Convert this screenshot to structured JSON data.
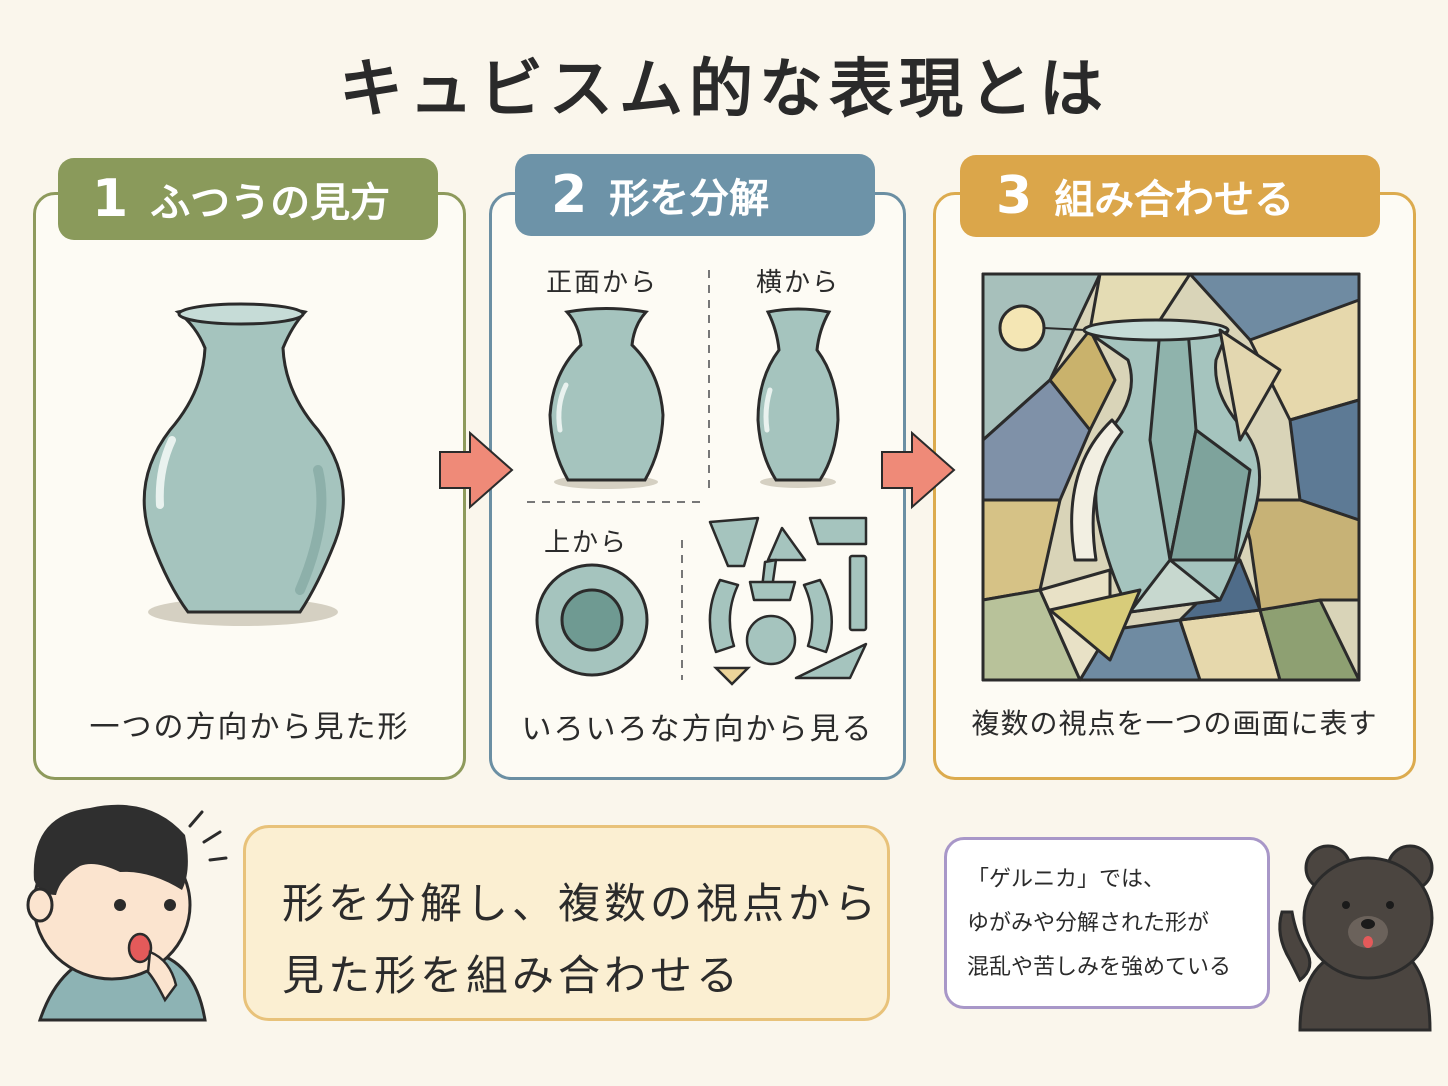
{
  "title": "キュビスム的な表現とは",
  "steps": [
    {
      "num": "1",
      "label": "ふつうの見方",
      "caption": "一つの方向から見た形"
    },
    {
      "num": "2",
      "label": "形を分解",
      "caption": "いろいろな方向から見る",
      "views": {
        "front": "正面から",
        "side": "横から",
        "top": "上から"
      }
    },
    {
      "num": "3",
      "label": "組み合わせる",
      "caption": "複数の視点を一つの画面に表す"
    }
  ],
  "summary": {
    "line1": "形を分解し、複数の視点から",
    "line2": "見た形を組み合わせる"
  },
  "bear_note": {
    "line1": "「ゲルニカ」では、",
    "line2": "ゆがみや分解された形が",
    "line3": "混乱や苦しみを強めている"
  },
  "colors": {
    "vase": "#a5c4be",
    "outline": "#2b2b2b",
    "step1": "#8a9a5b",
    "step2": "#6d93a8",
    "step3": "#dba64a",
    "arrow": "#ef8a78",
    "background": "#faf6ec"
  }
}
